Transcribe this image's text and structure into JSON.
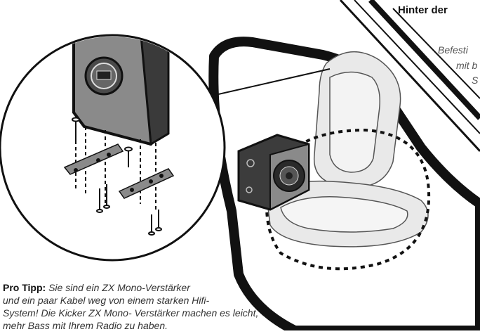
{
  "header": {
    "title": "Hinter der"
  },
  "caption_lines": [
    "Befesti",
    "mit b",
    "S"
  ],
  "tip": {
    "label": "Pro Tipp:",
    "lines": [
      "Sie sind ein ZX Mono-Verstärker",
      "und ein paar Kabel weg von einem starken Hifi-",
      "System! Die Kicker ZX Mono- Verstärker machen es leicht,",
      "mehr Bass mit Ihrem Radio zu haben."
    ]
  },
  "colors": {
    "ink": "#111111",
    "gray_fill": "#8a8a8a",
    "caption_text": "#555555"
  }
}
